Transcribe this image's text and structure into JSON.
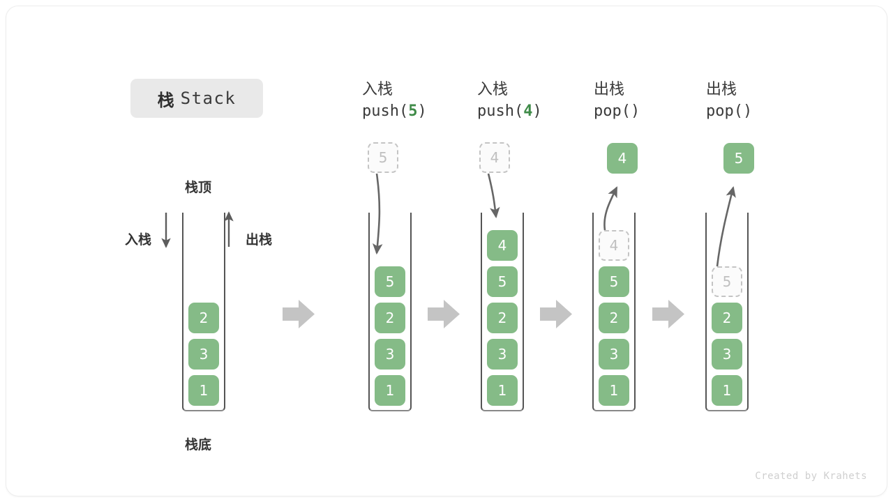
{
  "title": {
    "cn": "栈",
    "en": "Stack"
  },
  "legend": {
    "top_label": "栈顶",
    "bottom_label": "栈底",
    "push_label": "入栈",
    "pop_label": "出栈"
  },
  "colors": {
    "cell_fill": "#85bb87",
    "cell_text": "#ffffff",
    "ghost_border": "#c4c4c4",
    "ghost_text": "#bfbfbf",
    "accent_green": "#3f8b48",
    "arrow_gray": "#666666",
    "step_arrow_gray": "#c4c4c4",
    "chip_bg": "#e9e9e9",
    "card_bg": "#ffffff"
  },
  "columns": [
    {
      "id": "initial",
      "header_cn": "",
      "header_code": "",
      "stack": [
        "2",
        "3",
        "1"
      ],
      "ghost_in_stack": null,
      "incoming_ghost": null,
      "popped_cell": null
    },
    {
      "id": "push-5",
      "header_cn": "入栈",
      "header_code_prefix": "push(",
      "header_code_num": "5",
      "header_code_suffix": ")",
      "stack": [
        "5",
        "2",
        "3",
        "1"
      ],
      "ghost_in_stack": null,
      "incoming_ghost": "5",
      "popped_cell": null
    },
    {
      "id": "push-4",
      "header_cn": "入栈",
      "header_code_prefix": "push(",
      "header_code_num": "4",
      "header_code_suffix": ")",
      "stack": [
        "4",
        "5",
        "2",
        "3",
        "1"
      ],
      "ghost_in_stack": null,
      "incoming_ghost": "4",
      "popped_cell": null
    },
    {
      "id": "pop-4",
      "header_cn": "出栈",
      "header_code_prefix": "pop(",
      "header_code_num": "",
      "header_code_suffix": ")",
      "stack": [
        "5",
        "2",
        "3",
        "1"
      ],
      "ghost_in_stack": "4",
      "incoming_ghost": null,
      "popped_cell": "4"
    },
    {
      "id": "pop-5",
      "header_cn": "出栈",
      "header_code_prefix": "pop(",
      "header_code_num": "",
      "header_code_suffix": ")",
      "stack": [
        "2",
        "3",
        "1"
      ],
      "ghost_in_stack": "5",
      "incoming_ghost": null,
      "popped_cell": "5"
    }
  ],
  "footer": "Created by Krahets"
}
